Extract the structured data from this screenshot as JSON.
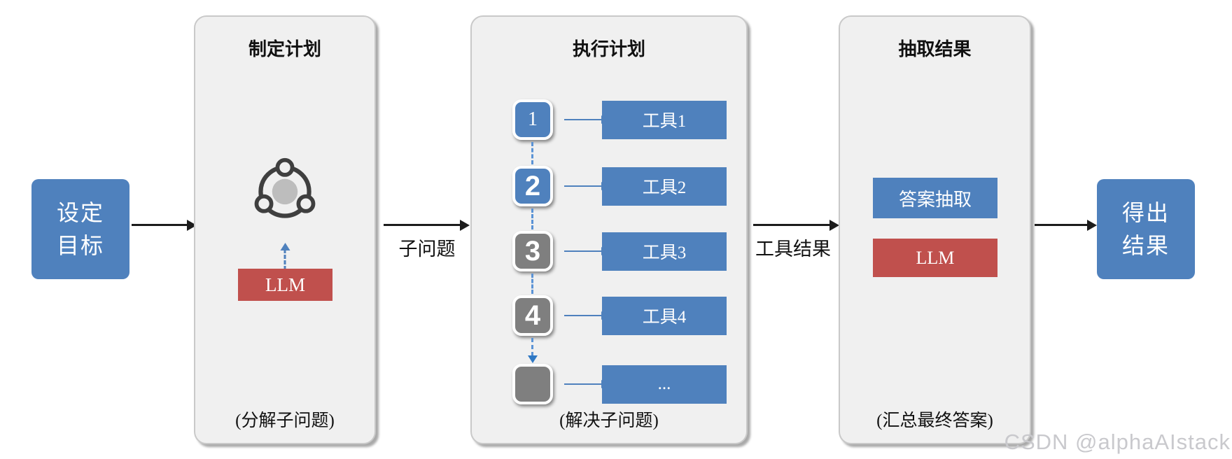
{
  "colors": {
    "blue": "#4f81bd",
    "red": "#c0504d",
    "gray": "#7f7f7f",
    "panel_bg": "#f0f0f0",
    "arrow_black": "#1c1c1c",
    "arrow_blue": "#4f81bd",
    "watermark": "#c9c9cd"
  },
  "start_node": {
    "line1": "设定",
    "line2": "目标"
  },
  "end_node": {
    "line1": "得出",
    "line2": "结果"
  },
  "flow_labels": {
    "subproblem": "子问题",
    "tool_result": "工具结果"
  },
  "panels": [
    {
      "title": "制定计划",
      "footer": "(分解子问题)",
      "icon": "process-icon",
      "llm_label": "LLM"
    },
    {
      "title": "执行计划",
      "footer": "(解决子问题)",
      "steps": [
        {
          "num": "1",
          "color": "blue",
          "tool": "工具1"
        },
        {
          "num": "2",
          "color": "blue",
          "tool": "工具2"
        },
        {
          "num": "3",
          "color": "gray",
          "tool": "工具3"
        },
        {
          "num": "4",
          "color": "gray",
          "tool": "工具4"
        },
        {
          "num": "",
          "color": "gray",
          "tool": "..."
        }
      ]
    },
    {
      "title": "抽取结果",
      "footer": "(汇总最终答案)",
      "boxes": [
        {
          "label": "答案抽取",
          "color": "blue"
        },
        {
          "label": "LLM",
          "color": "red"
        }
      ]
    }
  ],
  "watermark": {
    "text": "CSDN @alphaAIstack"
  }
}
